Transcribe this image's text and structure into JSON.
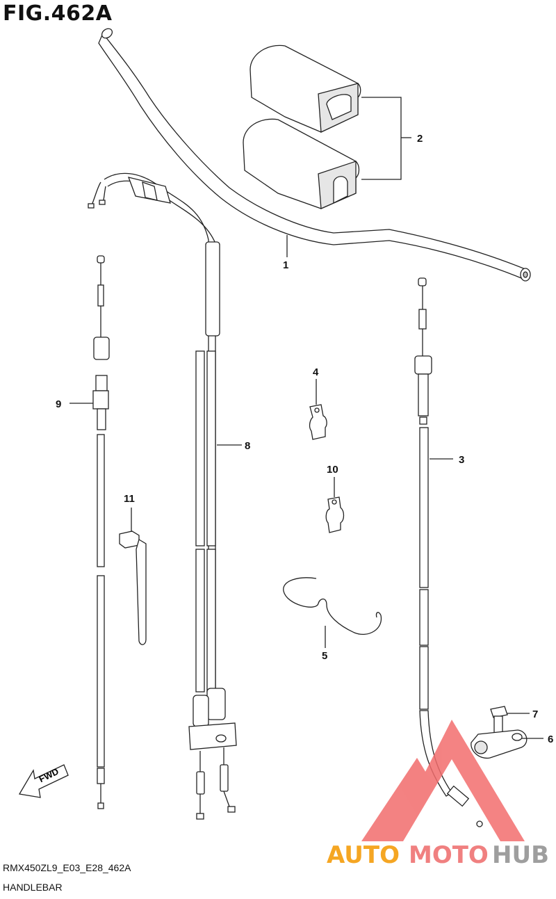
{
  "figure": {
    "title": "FIG.462A",
    "model_code": "RMX450ZL9_E03_E28_462A",
    "caption": "HANDLEBAR"
  },
  "callouts": [
    {
      "id": "1",
      "label": "1"
    },
    {
      "id": "2",
      "label": "2"
    },
    {
      "id": "3",
      "label": "3"
    },
    {
      "id": "4",
      "label": "4"
    },
    {
      "id": "5",
      "label": "5"
    },
    {
      "id": "6",
      "label": "6"
    },
    {
      "id": "7",
      "label": "7"
    },
    {
      "id": "8",
      "label": "8"
    },
    {
      "id": "9",
      "label": "9"
    },
    {
      "id": "10",
      "label": "10"
    },
    {
      "id": "11",
      "label": "11"
    }
  ],
  "direction_arrow": {
    "label": "FWD"
  },
  "watermark": {
    "part1": "AUTO",
    "part2": "MOTO",
    "part3": "HUB",
    "colors": {
      "part1": "#f5a623",
      "part2": "#f08080",
      "part3": "#9e9e9e",
      "triangle": "#f26d6d"
    }
  }
}
